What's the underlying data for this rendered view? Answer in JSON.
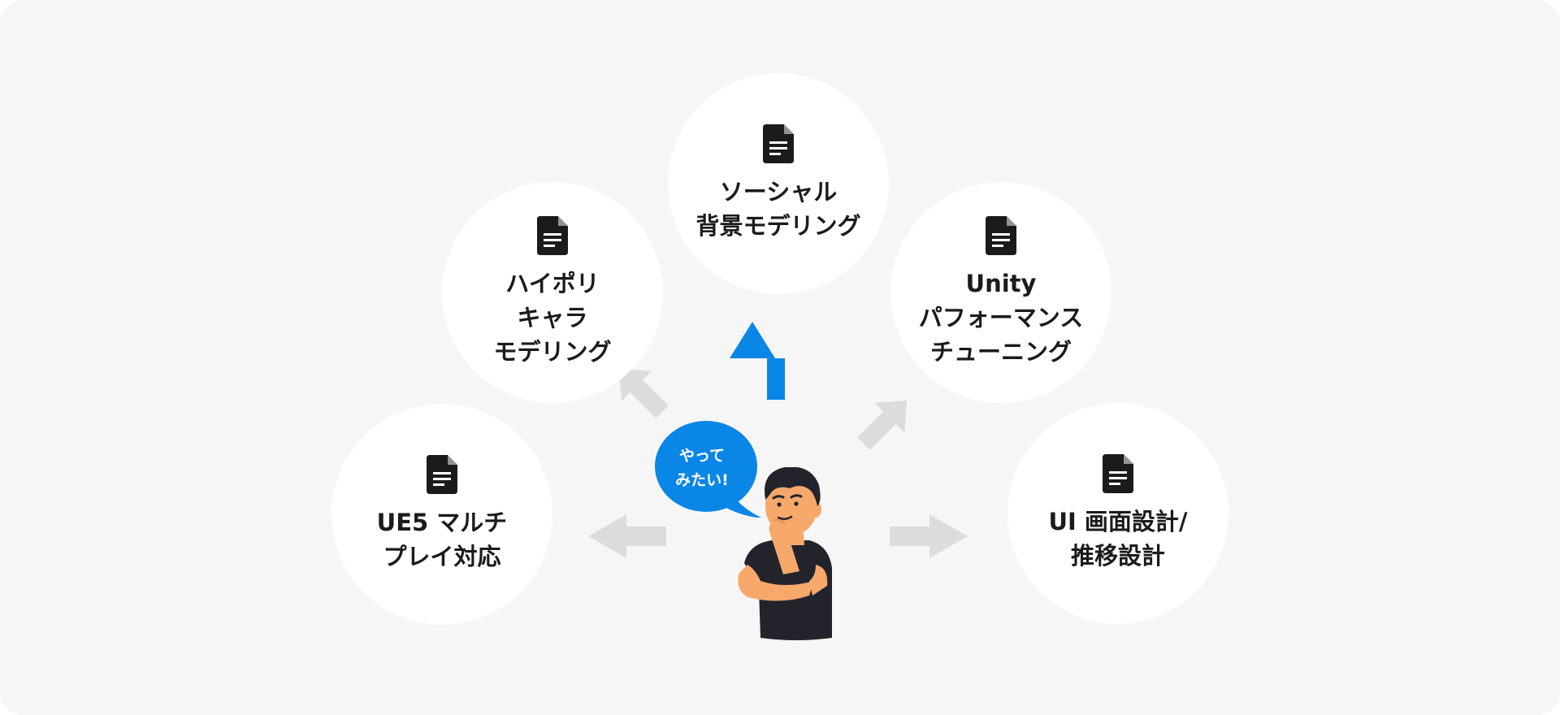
{
  "colors": {
    "background": "#f6f6f6",
    "circle": "#ffffff",
    "text": "#1b1b1b",
    "arrow_active": "#0a86e6",
    "arrow_inactive": "#dcdcdc",
    "bubble": "#0a86e6",
    "skin": "#f7a86b",
    "shirt": "#23242b"
  },
  "nodes": [
    {
      "id": "ue5",
      "icon": "document-icon",
      "lines": [
        "UE5 マルチ",
        "プレイ対応"
      ]
    },
    {
      "id": "hipoly",
      "icon": "document-icon",
      "lines": [
        "ハイポリ",
        "キャラ",
        "モデリング"
      ]
    },
    {
      "id": "social",
      "icon": "document-icon",
      "lines": [
        "ソーシャル",
        "背景モデリング"
      ]
    },
    {
      "id": "unity",
      "icon": "document-icon",
      "lines": [
        "Unity",
        "パフォーマンス",
        "チューニング"
      ]
    },
    {
      "id": "ui",
      "icon": "document-icon",
      "lines": [
        "UI 画面設計/",
        "推移設計"
      ]
    }
  ],
  "speech_bubble": {
    "lines": [
      "やって",
      "みたい!"
    ]
  },
  "character": {
    "icon": "thinking-person-illustration"
  }
}
